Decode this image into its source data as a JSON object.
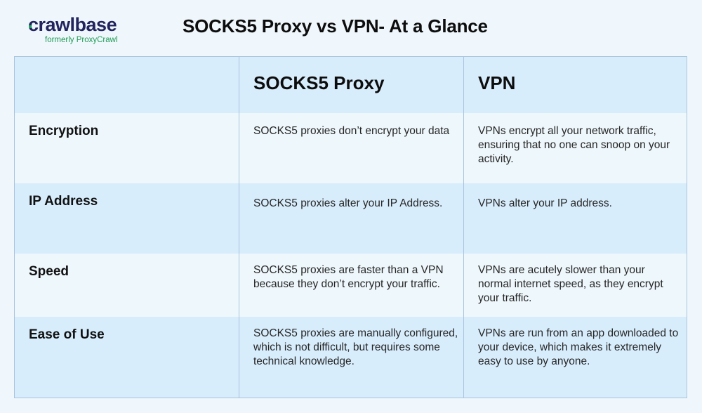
{
  "logo": {
    "name": "crawlbase",
    "tagline": "formerly ProxyCrawl",
    "colors": {
      "primary": "#23235e",
      "accent": "#1f9a55"
    }
  },
  "title": "SOCKS5 Proxy vs VPN- At a Glance",
  "table": {
    "columns": [
      "",
      "SOCKS5 Proxy",
      "VPN"
    ],
    "rows": [
      {
        "feature": "Encryption",
        "socks5": "SOCKS5 proxies don’t encrypt your data",
        "vpn": "VPNs encrypt all your network traffic, ensuring that no one can snoop on your activity."
      },
      {
        "feature": "IP Address",
        "socks5": "SOCKS5 proxies alter your IP Address.",
        "vpn": "VPNs alter your IP address."
      },
      {
        "feature": "Speed",
        "socks5": "SOCKS5 proxies are faster than a VPN because they don’t encrypt your traffic.",
        "vpn": "VPNs are acutely slower than your normal internet speed, as they encrypt your traffic."
      },
      {
        "feature": "Ease of Use",
        "socks5": "SOCKS5 proxies are manually configured, which is not difficult, but requires some technical knowledge.",
        "vpn": "VPNs are run from an app downloaded to your device, which makes it extremely easy to use by anyone."
      }
    ],
    "colors": {
      "header_row": "#d8edfc",
      "alt_row": "#eef7fc",
      "border": "#a9c4dd"
    }
  }
}
